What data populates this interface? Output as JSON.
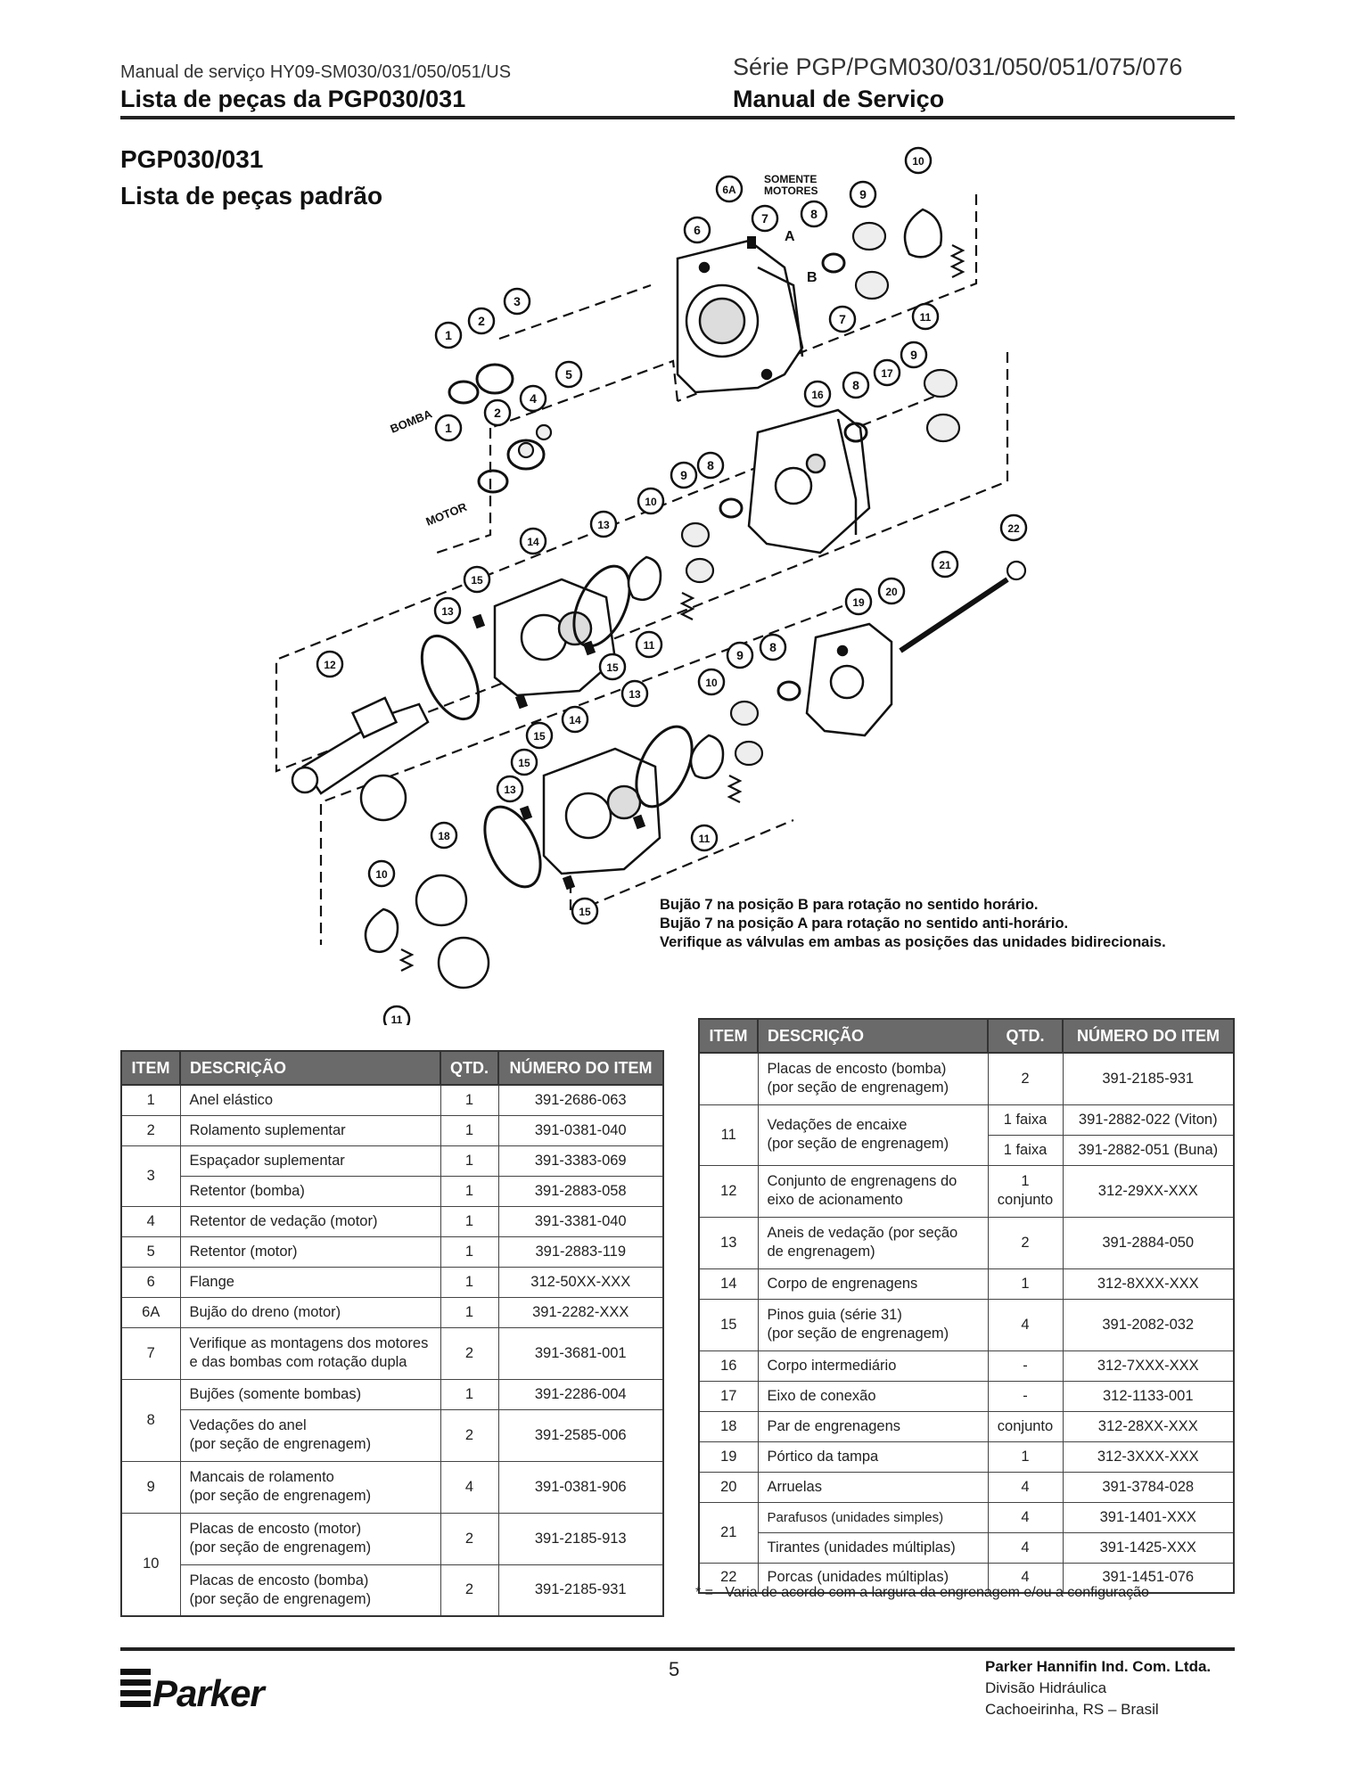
{
  "header": {
    "left_sub": "Manual de serviço HY09-SM030/031/050/051/US",
    "left_title": "Lista de peças da PGP030/031",
    "right_sub": "Série PGP/PGM030/031/050/051/075/076",
    "right_title": "Manual de Serviço"
  },
  "section": {
    "title1": "PGP030/031",
    "title2": "Lista de peças padrão"
  },
  "diagram": {
    "only_motors": [
      "SOMENTE",
      "MOTORES"
    ],
    "pos_a": "A",
    "pos_b": "B",
    "bomba": "BOMBA",
    "motor": "MOTOR",
    "callouts": {
      "c6a": "6A",
      "c6": "6",
      "c7a": "7",
      "c7b": "7",
      "c8a": "8",
      "c9a": "9",
      "c10a": "10",
      "c11a": "11",
      "c1a": "1",
      "c2a": "2",
      "c3": "3",
      "c1b": "1",
      "c2b": "2",
      "c4": "4",
      "c5": "5",
      "c16": "16",
      "c8b": "8",
      "c17": "17",
      "c9b": "9",
      "c22": "22",
      "c21": "21",
      "c19": "19",
      "c20": "20",
      "c13a": "13",
      "c10b": "10",
      "c9c": "9",
      "c8c": "8",
      "c14a": "14",
      "c15a": "15",
      "c13b": "13",
      "c15b": "15",
      "c11b": "11",
      "c12": "12",
      "c9d": "9",
      "c8d": "8",
      "c10c": "10",
      "c13c": "13",
      "c14b": "14",
      "c15c": "15",
      "c15d": "15",
      "c13d": "13",
      "c18": "18",
      "c10d": "10",
      "c11c": "11",
      "c15e": "15",
      "c11d": "11"
    }
  },
  "notes": [
    "Bujão 7 na posição B para rotação no sentido horário.",
    "Bujão 7 na posição A para rotação no sentido anti-horário.",
    "Verifique as válvulas em ambas as posições das unidades bidirecionais."
  ],
  "table_left": {
    "headers": [
      "ITEM",
      "DESCRIÇÃO",
      "QTD.",
      "NÚMERO DO ITEM"
    ],
    "rows": [
      {
        "item": "1",
        "desc": "Anel elástico",
        "qty": "1",
        "num": "391-2686-063"
      },
      {
        "item": "2",
        "desc": "Rolamento suplementar",
        "qty": "1",
        "num": "391-0381-040"
      },
      {
        "item": "3",
        "desc": "Espaçador suplementar",
        "qty": "1",
        "num": "391-3383-069"
      },
      {
        "item": "",
        "desc": "Retentor (bomba)",
        "qty": "1",
        "num": "391-2883-058"
      },
      {
        "item": "4",
        "desc": "Retentor de vedação (motor)",
        "qty": "1",
        "num": "391-3381-040"
      },
      {
        "item": "5",
        "desc": "Retentor (motor)",
        "qty": "1",
        "num": "391-2883-119"
      },
      {
        "item": "6",
        "desc": "Flange",
        "qty": "1",
        "num": "312-50XX-XXX"
      },
      {
        "item": "6A",
        "desc": "Bujão do dreno (motor)",
        "qty": "1",
        "num": "391-2282-XXX"
      },
      {
        "item": "7",
        "desc1": "Verifique as montagens dos motores",
        "desc2": "e das bombas com rotação dupla",
        "qty": "2",
        "num": "391-3681-001"
      },
      {
        "item": "8",
        "desc": "Bujões (somente bombas)",
        "qty": "1",
        "num": "391-2286-004"
      },
      {
        "item": "",
        "desc1": "Vedações do anel",
        "desc2": "(por seção de engrenagem)",
        "qty": "2",
        "num": "391-2585-006"
      },
      {
        "item": "9",
        "desc1": "Mancais de rolamento",
        "desc2": "(por seção de engrenagem)",
        "qty": "4",
        "num": "391-0381-906"
      },
      {
        "item": "10",
        "desc1": "Placas de encosto (motor)",
        "desc2": "(por seção de engrenagem)",
        "qty": "2",
        "num": "391-2185-913"
      },
      {
        "item": "",
        "desc1": "Placas de encosto (bomba)",
        "desc2": "(por seção de engrenagem)",
        "qty": "2",
        "num": "391-2185-931"
      }
    ]
  },
  "table_right": {
    "headers": [
      "ITEM",
      "DESCRIÇÃO",
      "QTD.",
      "NÚMERO DO ITEM"
    ],
    "rows": [
      {
        "item": "",
        "desc1": "Placas de encosto (bomba)",
        "desc2": "(por seção de engrenagem)",
        "qty": "2",
        "num": "391-2185-931"
      },
      {
        "item": "11",
        "desc1": "Vedações de encaixe",
        "desc2": "(por seção de engrenagem)",
        "qty": "1 faixa",
        "num": "391-2882-022 (Viton)"
      },
      {
        "item": "",
        "desc": "",
        "qty": "1 faixa",
        "num": "391-2882-051 (Buna)"
      },
      {
        "item": "12",
        "desc1": "Conjunto de engrenagens do",
        "desc2": "eixo de acionamento",
        "qty1": "1",
        "qty2": "conjunto",
        "num": "312-29XX-XXX"
      },
      {
        "item": "13",
        "desc1": "Aneis de vedação (por seção",
        "desc2": "de engrenagem)",
        "qty": "2",
        "num": "391-2884-050"
      },
      {
        "item": "14",
        "desc": "Corpo de engrenagens",
        "qty": "1",
        "num": "312-8XXX-XXX"
      },
      {
        "item": "15",
        "desc1": "Pinos guia (série 31)",
        "desc2": "(por seção de engrenagem)",
        "qty": "4",
        "num": "391-2082-032"
      },
      {
        "item": "16",
        "desc": "Corpo intermediário",
        "qty": "-",
        "num": "312-7XXX-XXX"
      },
      {
        "item": "17",
        "desc": "Eixo de conexão",
        "qty": "-",
        "num": "312-1133-001"
      },
      {
        "item": "18",
        "desc": "Par de engrenagens",
        "qty": "conjunto",
        "num": "312-28XX-XXX"
      },
      {
        "item": "19",
        "desc": "Pórtico da tampa",
        "qty": "1",
        "num": "312-3XXX-XXX"
      },
      {
        "item": "20",
        "desc": "Arruelas",
        "qty": "4",
        "num": "391-3784-028"
      },
      {
        "item": "21",
        "desc": "Parafusos (unidades simples)",
        "qty": "4",
        "num": "391-1401-XXX"
      },
      {
        "item": "",
        "desc": "Tirantes (unidades múltiplas)",
        "qty": "4",
        "num": "391-1425-XXX"
      },
      {
        "item": "22",
        "desc": "Porcas (unidades múltiplas)",
        "qty": "4",
        "num": "391-1451-076"
      }
    ]
  },
  "footnote": "* =   Varia de acordo com a largura da engrenagem e/ou a configuração",
  "footer": {
    "page": "5",
    "logo": "Parker",
    "company": "Parker Hannifin Ind. Com. Ltda.",
    "division": "Divisão Hidráulica",
    "city": "Cachoeirinha, RS – Brasil"
  }
}
